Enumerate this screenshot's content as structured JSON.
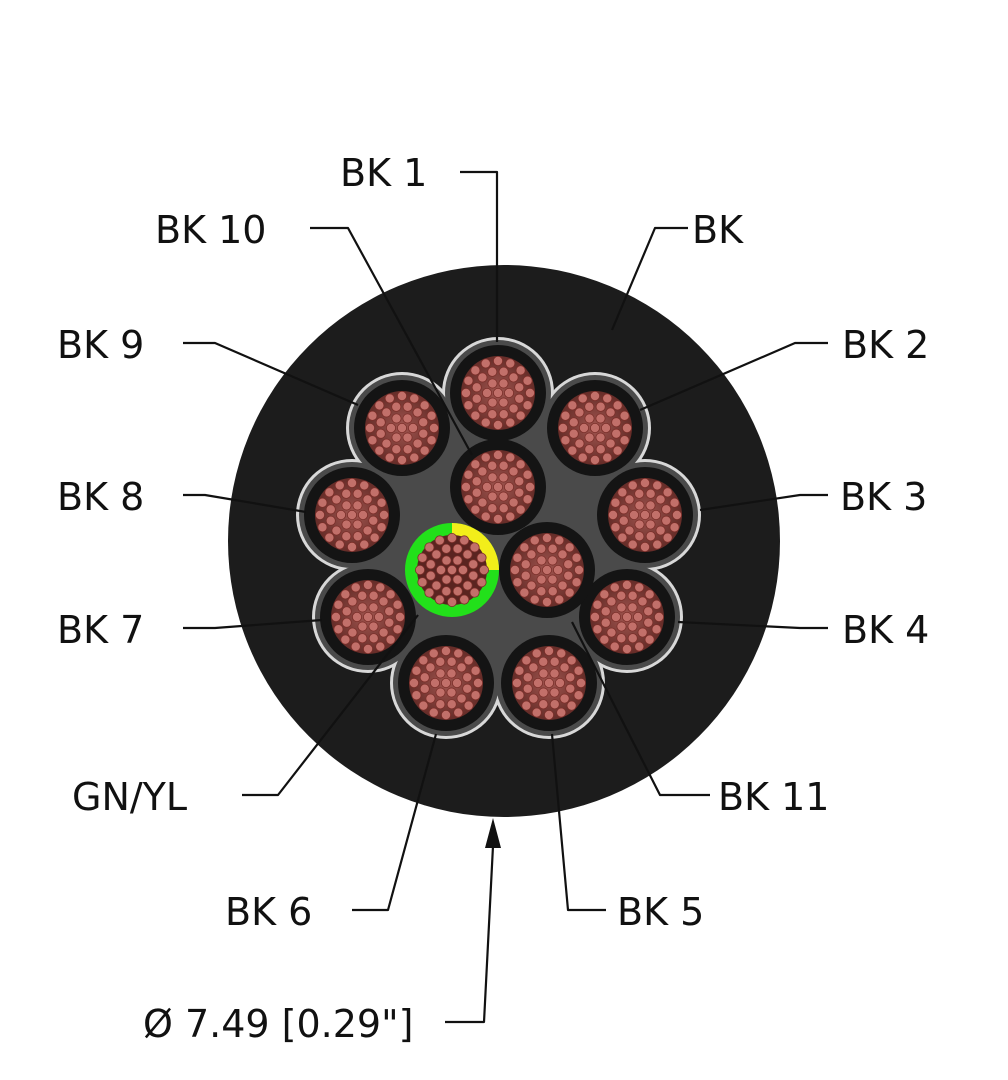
{
  "labels": {
    "bk1": "BK 1",
    "bk2": "BK 2",
    "bk3": "BK 3",
    "bk4": "BK 4",
    "bk5": "BK 5",
    "bk6": "BK 6",
    "bk7": "BK 7",
    "bk8": "BK 8",
    "bk9": "BK 9",
    "bk10": "BK 10",
    "bk11": "BK 11",
    "jacket": "BK",
    "ground": "GN/YL",
    "diameter": "Ø 7.49 [0.29\"]"
  },
  "colors": {
    "jacket": "#1c1c1c",
    "filler": "#4a4a4a",
    "conductor_insulation": "#141414",
    "copper_strand": "#c2706a",
    "ground_green": "#22e01a",
    "ground_yellow": "#f2ee1a",
    "leader_line": "#111111"
  }
}
